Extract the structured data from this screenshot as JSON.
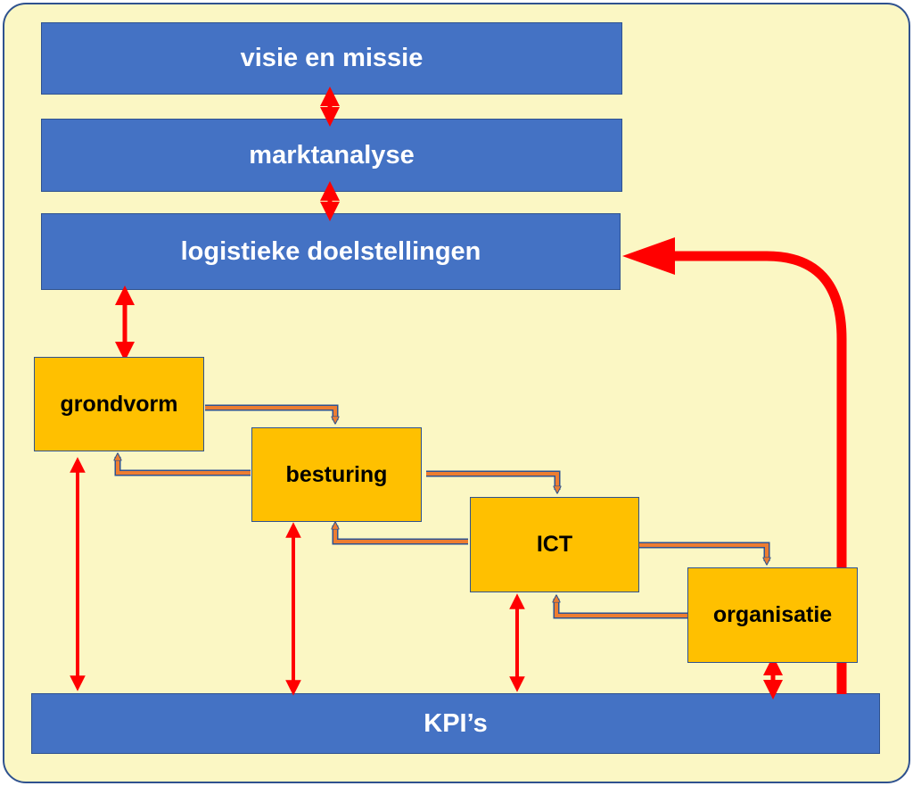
{
  "levels": {
    "vision": "visie en missie",
    "market": "marktanalyse",
    "goals": "logistieke doelstellingen",
    "kpi": "KPI’s"
  },
  "components": {
    "grondvorm": "grondvorm",
    "besturing": "besturing",
    "ict": "ICT",
    "organisatie": "organisatie"
  },
  "colors": {
    "background": "#fbf7c4",
    "level_fill": "#4472c4",
    "component_fill": "#ffc000",
    "arrow_red": "#ff0000",
    "connector_orange": "#ed7d31",
    "outline": "#2f528f"
  }
}
